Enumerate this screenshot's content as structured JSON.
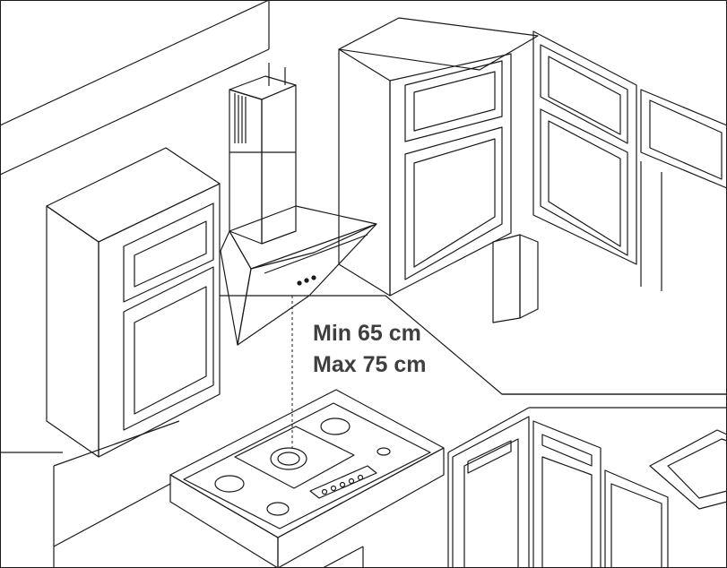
{
  "diagram": {
    "measure_min": "Min 65 cm",
    "measure_max": "Max 75 cm",
    "colors": {
      "line": "#1a1a1a",
      "label": "#3f3f3f",
      "background": "#ffffff"
    },
    "icons": [
      "range-hood-illustration",
      "cooktop-illustration",
      "kitchen-cabinet-illustration",
      "sink-illustration"
    ]
  }
}
